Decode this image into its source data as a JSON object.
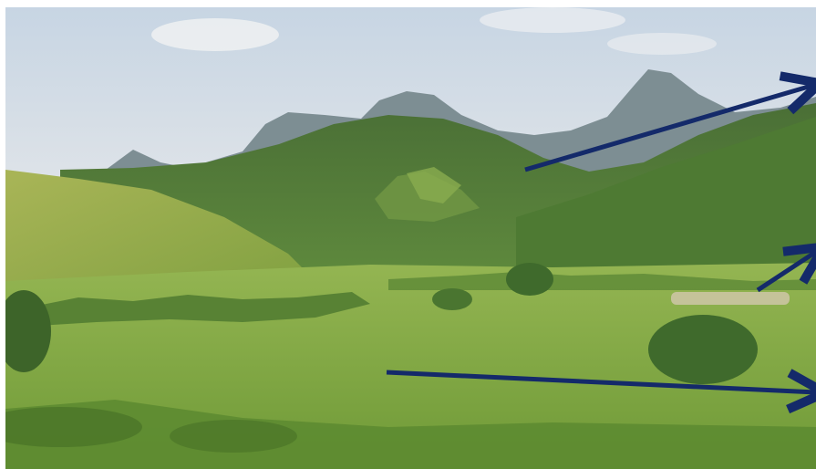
{
  "photo": {
    "subject": "landscape-photo",
    "colors": {
      "sky_top": "#c9d6e2",
      "sky_bottom": "#e4e7ea",
      "distant_mountain": "#7f8f93",
      "mid_hill": "#4f7a3a",
      "far_ridge_right": "#5a7f45",
      "pasture": "#8cad4a",
      "foreground": "#6f9a3a",
      "shrub": "#3f6a2c",
      "arrow": "#142a6a"
    },
    "arrows": [
      {
        "name": "arrow-to-mountain"
      },
      {
        "name": "arrow-to-herd"
      },
      {
        "name": "arrow-to-pasture"
      }
    ]
  }
}
